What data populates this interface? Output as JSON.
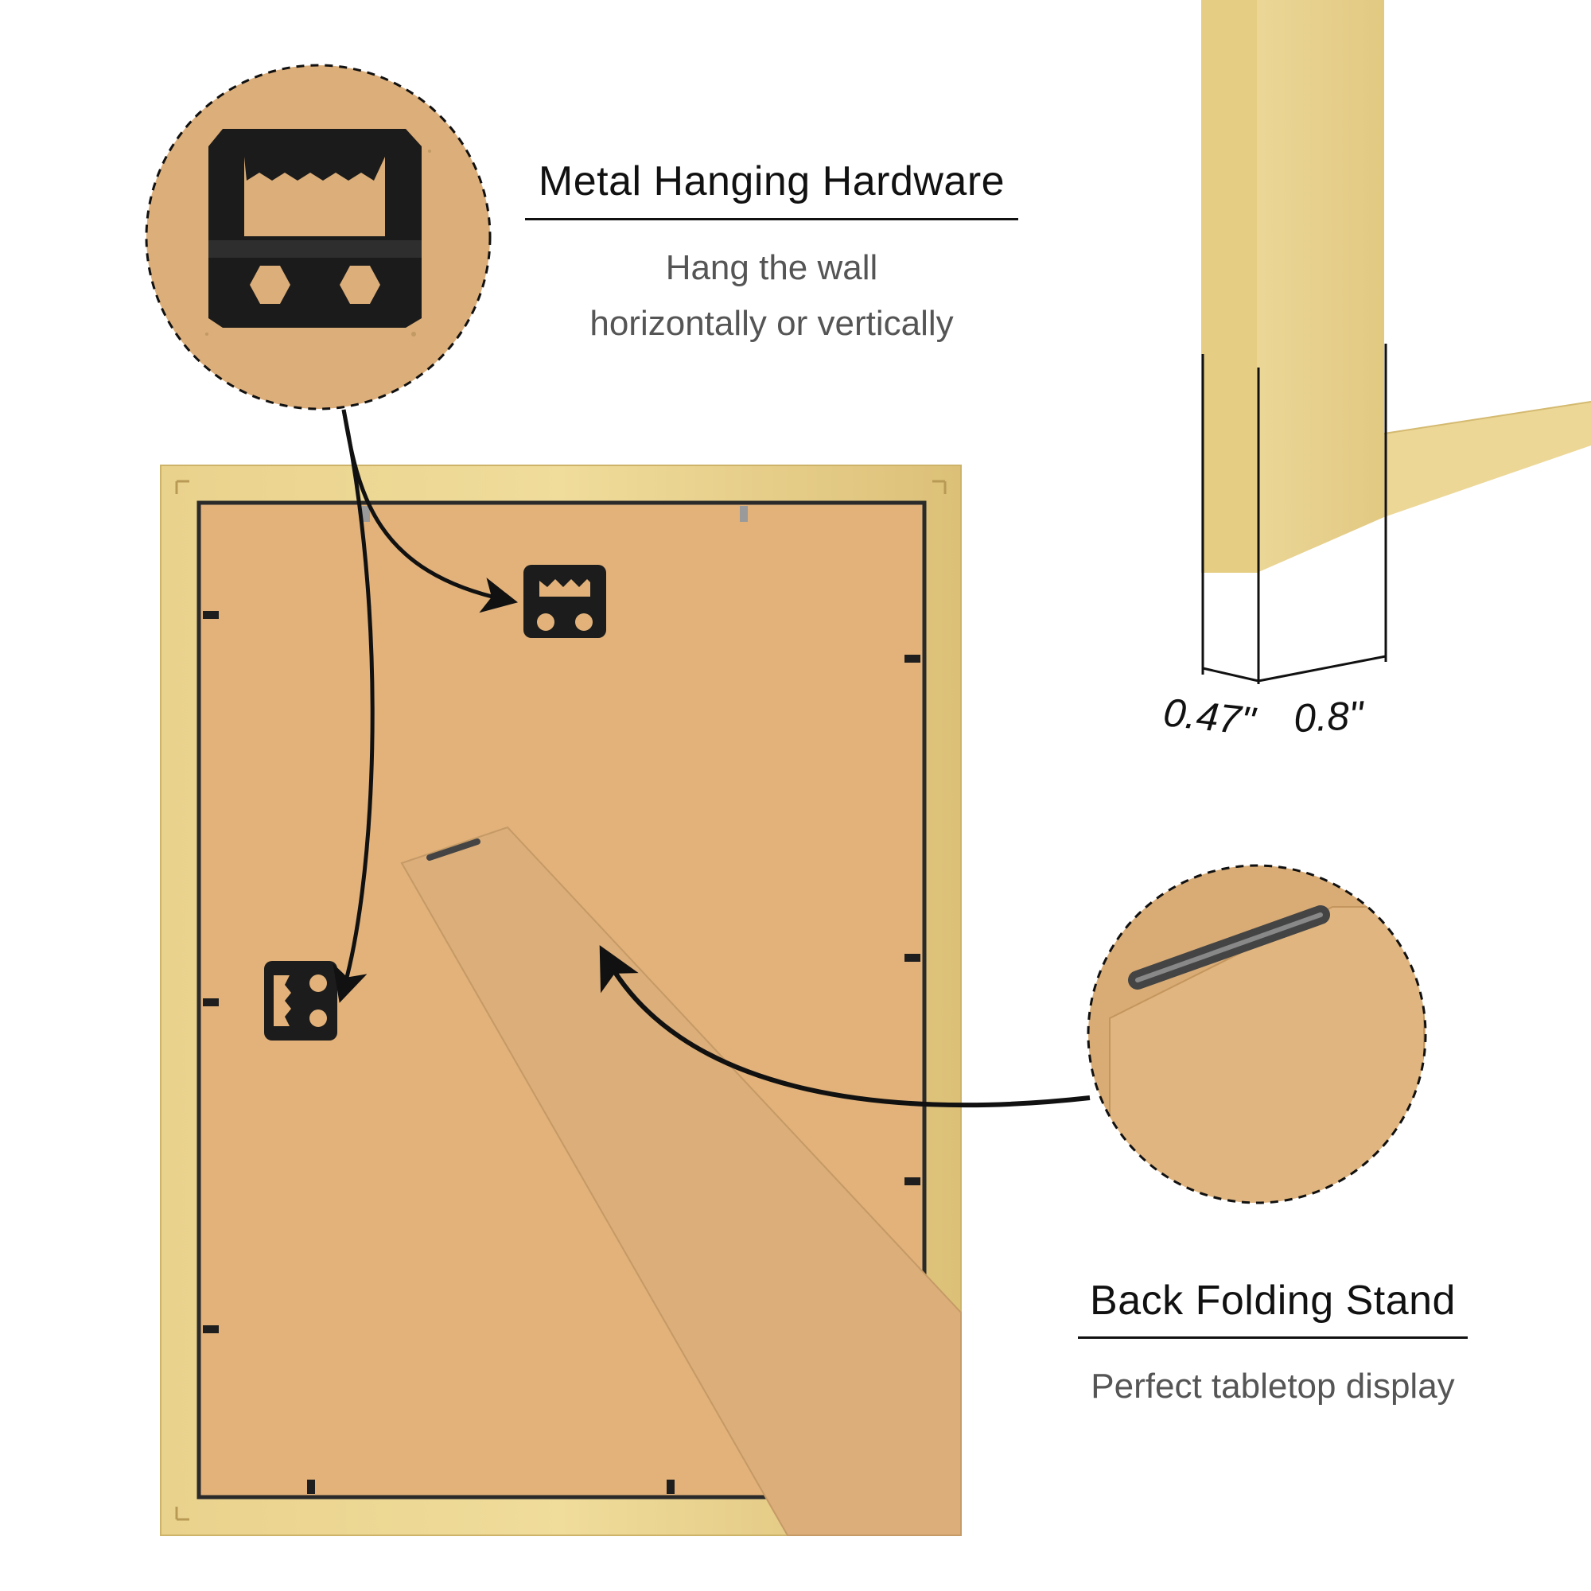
{
  "callouts": {
    "hanging": {
      "title": "Metal Hanging Hardware",
      "line1": "Hang the wall",
      "line2": "horizontally or vertically"
    },
    "stand": {
      "title": "Back Folding Stand",
      "line1": "Perfect tabletop display"
    }
  },
  "dimensions": {
    "depth": "0.47\"",
    "width": "0.8\""
  },
  "colors": {
    "frame_gold": "#e6cd82",
    "backing_kraft": "#e2b27a",
    "stand_kraft": "#dcae79",
    "hardware": "#1c1c1c"
  }
}
